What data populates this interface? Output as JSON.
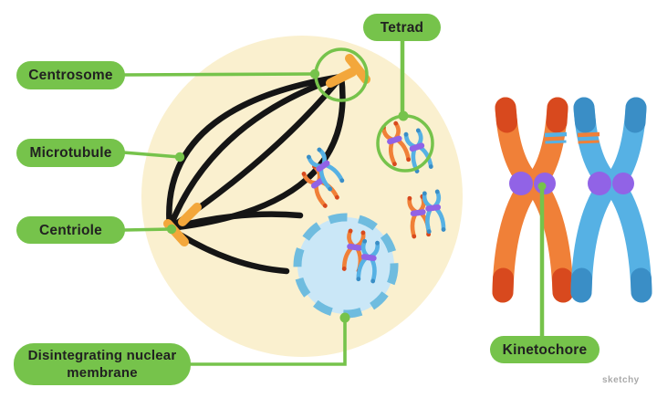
{
  "labels": {
    "centrosome": "Centrosome",
    "microtubule": "Microtubule",
    "centriole": "Centriole",
    "tetrad": "Tetrad",
    "disintegrating_nuclear_membrane": "Disintegrating nuclear membrane",
    "kinetochore": "Kinetochore"
  },
  "watermark": "sketchy",
  "colors": {
    "background": "#FFFFFF",
    "cell": "#FAF0CF",
    "spindle": "#151515",
    "label_green": "#76C34B",
    "label_text": "#212121",
    "centriole_orange": "#F3A73B",
    "nucleus_fill": "#CAE7F7",
    "nucleus_border": "#6FBCDF",
    "chrom_orange": "#F08038",
    "chrom_orange_dark": "#D8491E",
    "chrom_blue": "#56B1E4",
    "chrom_blue_dark": "#3A8EC6",
    "purple": "#9163E6",
    "watermark_gray": "#9B9B9B"
  }
}
